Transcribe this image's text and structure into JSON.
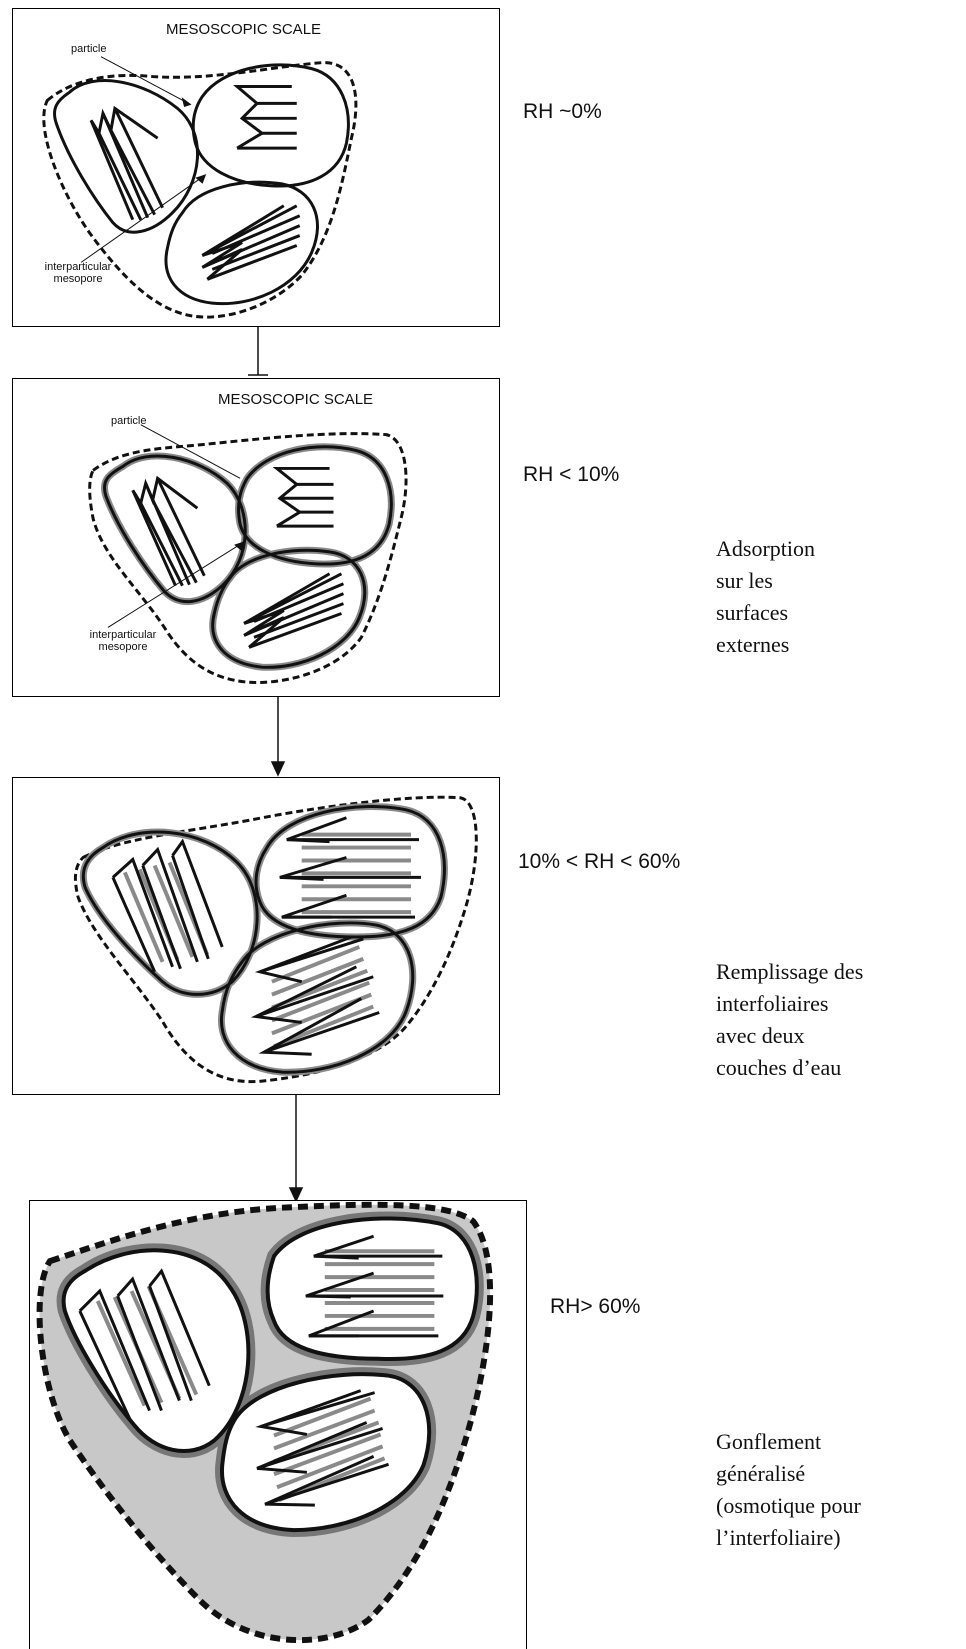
{
  "stages": [
    {
      "scale_title": "MESOSCOPIC SCALE",
      "particle_label": "particle",
      "mesopore_label_line1": "interparticular",
      "mesopore_label_line2": "mesopore",
      "rh_label": "RH ~0%",
      "description": []
    },
    {
      "scale_title": "MESOSCOPIC SCALE",
      "particle_label": "particle",
      "mesopore_label_line1": "interparticular",
      "mesopore_label_line2": "mesopore",
      "rh_label": "RH < 10%",
      "description": [
        "Adsorption",
        "sur les",
        "surfaces",
        "externes"
      ]
    },
    {
      "rh_label": "10% < RH < 60%",
      "description": [
        "Remplissage des",
        "interfoliaires",
        "avec deux",
        "couches d’eau"
      ]
    },
    {
      "rh_label": "RH> 60%",
      "description": [
        "Gonflement",
        "généralisé",
        "(osmotique pour",
        "l’interfoliaire)"
      ]
    }
  ],
  "colors": {
    "ink": "#111111",
    "water_layer": "#8a8a8a",
    "swelling_fill": "#c8c8c8",
    "outline_dark": "#777777"
  }
}
